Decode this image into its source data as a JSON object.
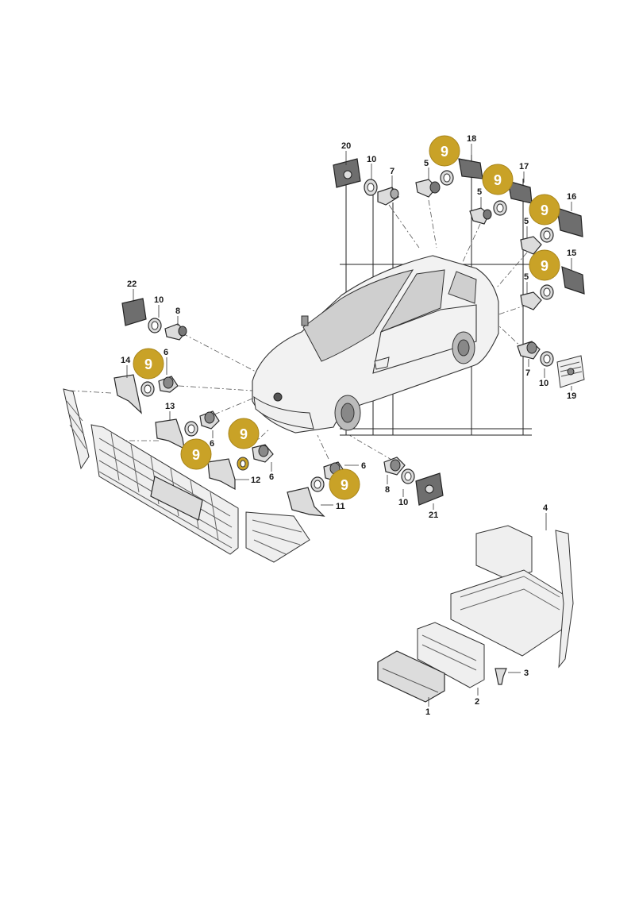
{
  "colors": {
    "badge": "#c9a227",
    "badge_stroke": "#a8851a",
    "line": "#333333"
  },
  "callouts": {
    "c20": "20",
    "c10a": "10",
    "c7a": "7",
    "c5a": "5",
    "c18": "18",
    "c17": "17",
    "c5b": "5",
    "c16": "16",
    "c5c": "5",
    "c15": "15",
    "c5d": "5",
    "c22": "22",
    "c10b": "10",
    "c8a": "8",
    "c14": "14",
    "c6a": "6",
    "c13": "13",
    "c6b": "6",
    "c12": "12",
    "c6c": "6",
    "c6d": "6",
    "c11": "11",
    "c8b": "8",
    "c10c": "10",
    "c21": "21",
    "c7b": "7",
    "c10d": "10",
    "c19": "19",
    "c4": "4",
    "c3": "3",
    "c1": "1",
    "c2": "2"
  },
  "badges": {
    "b1": "9",
    "b2": "9",
    "b3": "9",
    "b4": "9",
    "b5": "9",
    "b6": "9",
    "b7": "9",
    "b8": "9"
  }
}
